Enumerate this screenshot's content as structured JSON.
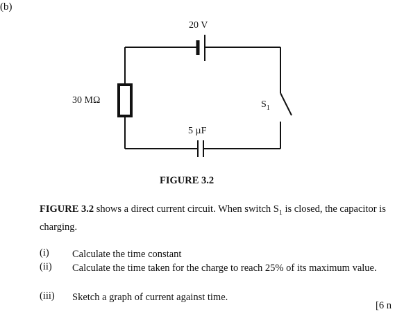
{
  "part_label": "(b)",
  "figure": {
    "battery_label": "20 V",
    "resistor_label": "30 MΩ",
    "switch_label": "S",
    "switch_subscript": "1",
    "capacitor_label": "5 µF",
    "caption": "FIGURE 3.2"
  },
  "description": {
    "fig_ref": "FIGURE 3.2",
    "text_before_sub": " shows a direct current circuit. When switch S",
    "sub": "1",
    "text_after_sub": " is closed, the capacitor is charging."
  },
  "questions": [
    {
      "num": "(i)",
      "text": "Calculate the time constant"
    },
    {
      "num": "(ii)",
      "text": "Calculate the time taken for the charge to reach 25% of its maximum value."
    },
    {
      "num": "(iii)",
      "text": "Sketch a graph of current against time."
    }
  ],
  "marks": "[6 n"
}
